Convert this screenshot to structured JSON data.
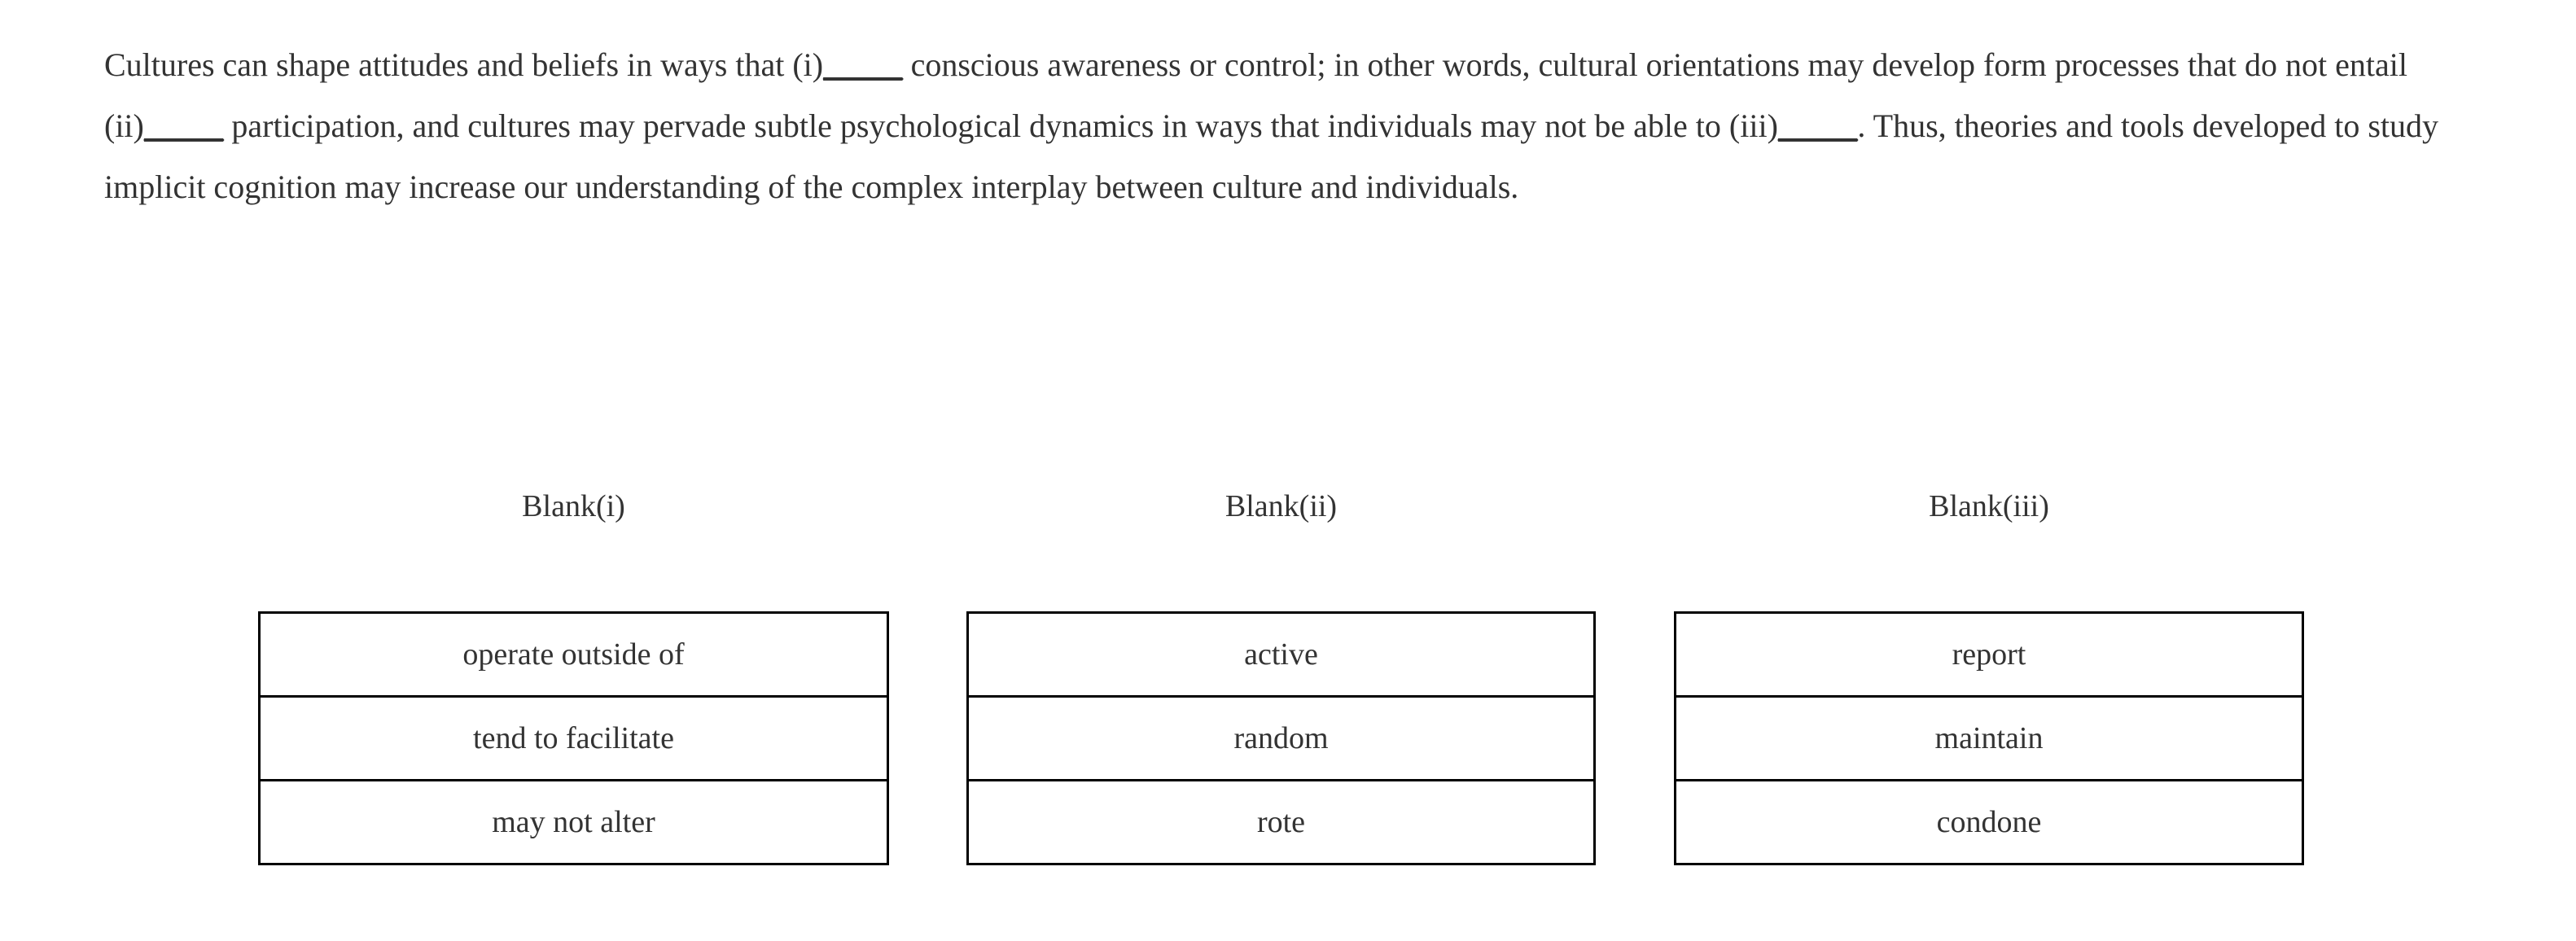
{
  "passage": {
    "segments": [
      {
        "type": "text",
        "value": "Cultures can shape attitudes and beliefs in ways that (i)"
      },
      {
        "type": "blank",
        "value": "_____"
      },
      {
        "type": "text",
        "value": " conscious awareness or control; in other words, cultural orientations may develop form processes that do not entail (ii)"
      },
      {
        "type": "blank",
        "value": "_____"
      },
      {
        "type": "text",
        "value": " participation, and cultures may pervade subtle psychological dynamics in ways that individuals may not be able to (iii)"
      },
      {
        "type": "blank",
        "value": "_____"
      },
      {
        "type": "text",
        "value": ". Thus, theories and tools developed to study implicit cognition may increase our understanding of the complex interplay between culture and individuals."
      }
    ],
    "full_text": "Cultures can shape attitudes and beliefs in ways that (i)_____ conscious awareness or control; in other words, cultural orientations may develop form processes that do not entail (ii)_____ participation, and cultures may pervade subtle psychological dynamics in ways that individuals may not be able to (iii)_____. Thus, theories and tools developed to study implicit cognition may increase our understanding of the complex interplay between culture and individuals."
  },
  "answer_columns": [
    {
      "label": "Blank(i)",
      "options": [
        "operate outside of",
        "tend to facilitate",
        "may not alter"
      ]
    },
    {
      "label": "Blank(ii)",
      "options": [
        "active",
        "random",
        "rote"
      ]
    },
    {
      "label": "Blank(iii)",
      "options": [
        "report",
        "maintain",
        "condone"
      ]
    }
  ],
  "colors": {
    "text": "#333333",
    "border": "#000000",
    "background": "#ffffff"
  }
}
